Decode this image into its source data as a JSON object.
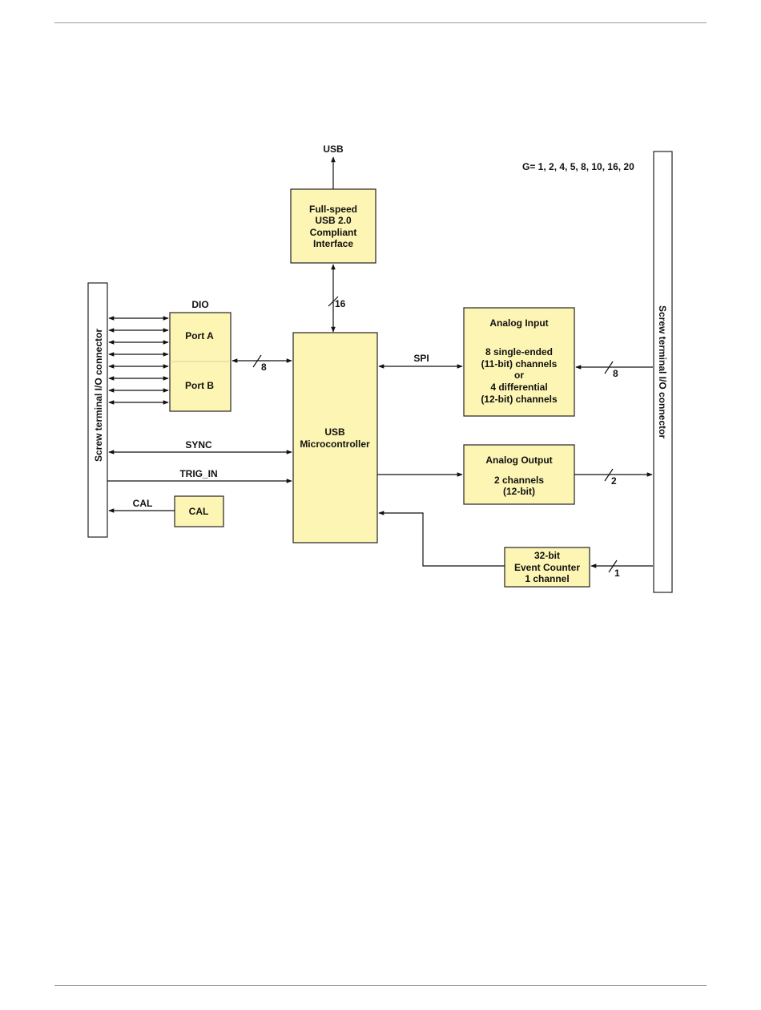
{
  "gain_note": "G= 1, 2, 4, 5, 8, 10, 16, 20",
  "usb_label": "USB",
  "usb_interface": {
    "lines": [
      "Full-speed",
      "USB 2.0",
      "Compliant",
      "Interface"
    ]
  },
  "bus_widths": {
    "usb_bus": "16",
    "dio_bus": "8",
    "ai_bus": "8",
    "ao_bus": "2",
    "counter_bus": "1"
  },
  "dio": {
    "title": "DIO",
    "port_a": "Port A",
    "port_b": "Port B"
  },
  "microcontroller": {
    "lines": [
      "USB",
      "Microcontroller"
    ]
  },
  "analog_input": {
    "title": "Analog Input",
    "lines": [
      "8 single-ended",
      "(11-bit) channels",
      "or",
      "4 differential",
      "(12-bit) channels"
    ]
  },
  "analog_output": {
    "title": "Analog Output",
    "lines": [
      "2 channels",
      "(12-bit)"
    ]
  },
  "counter": {
    "lines": [
      "32-bit",
      "Event Counter",
      "1 channel"
    ]
  },
  "signals": {
    "spi": "SPI",
    "sync": "SYNC",
    "trig_in": "TRIG_IN",
    "cal_line": "CAL"
  },
  "cal_block": "CAL",
  "left_connector": "Screw terminal I/O connector",
  "right_connector": "Screw terminal I/O connector"
}
